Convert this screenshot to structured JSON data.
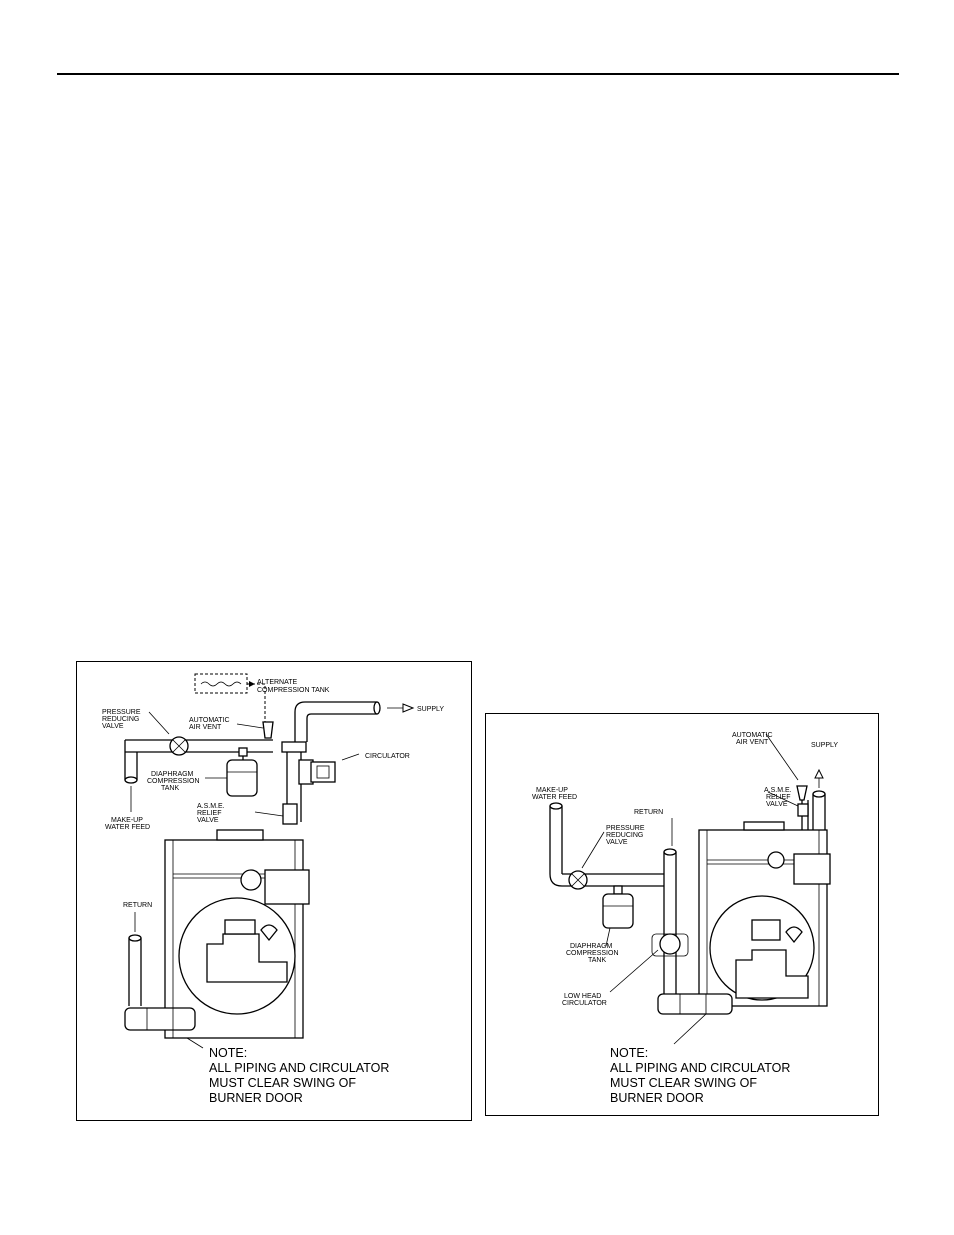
{
  "left_diagram": {
    "labels": {
      "alternate_tank_1": "ALTERNATE",
      "alternate_tank_2": "COMPRESSION TANK",
      "supply": "SUPPLY",
      "pressure_reducing_1": "PRESSURE",
      "pressure_reducing_2": "REDUCING",
      "pressure_reducing_3": "VALVE",
      "air_vent_1": "AUTOMATIC",
      "air_vent_2": "AIR VENT",
      "circulator": "CIRCULATOR",
      "diaphragm_1": "DIAPHRAGM",
      "diaphragm_2": "COMPRESSION",
      "diaphragm_3": "TANK",
      "relief_1": "A.S.M.E.",
      "relief_2": "RELIEF",
      "relief_3": "VALVE",
      "makeup_1": "MAKE-UP",
      "makeup_2": "WATER FEED",
      "return": "RETURN"
    },
    "note": [
      "NOTE:",
      "ALL PIPING  AND CIRCULATOR",
      "MUST CLEAR SWING OF",
      "BURNER DOOR"
    ]
  },
  "right_diagram": {
    "labels": {
      "air_vent_1": "AUTOMATIC",
      "air_vent_2": "AIR VENT",
      "supply": "SUPPLY",
      "relief_1": "A.S.M.E.",
      "relief_2": "RELIEF",
      "relief_3": "VALVE",
      "makeup_1": "MAKE-UP",
      "makeup_2": "WATER FEED",
      "return": "RETURN",
      "pressure_reducing_1": "PRESSURE",
      "pressure_reducing_2": "REDUCING",
      "pressure_reducing_3": "VALVE",
      "diaphragm_1": "DIAPHRAGM",
      "diaphragm_2": "COMPRESSION",
      "diaphragm_3": "TANK",
      "circulator_1": "LOW HEAD",
      "circulator_2": "CIRCULATOR"
    },
    "note": [
      "NOTE:",
      "ALL PIPING  AND CIRCULATOR",
      "MUST CLEAR SWING OF",
      "BURNER DOOR"
    ]
  }
}
